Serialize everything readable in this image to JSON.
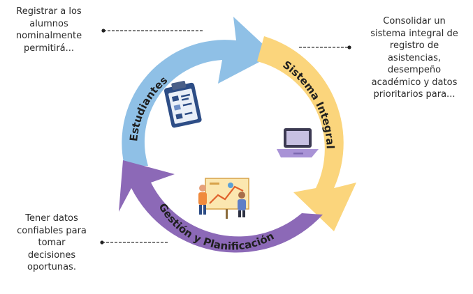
{
  "notes": {
    "top_left": "Registrar a los\nalumnos\nnominalmente\npermitirá...",
    "top_right": "Consolidar un\nsistema integral de\nregistro de\nasistencias,\ndesempeño\nacadémico y datos\nprioritarios para...",
    "bottom_left": "Tener datos\nconfiables para\ntomar\ndecisiones\noportunas."
  },
  "segments": {
    "estudiantes": "Estudiantes",
    "sistema": "Sistema Integral",
    "gestion": "Gestión y Planificación"
  },
  "colors": {
    "blue": "#8fc0e6",
    "yellow": "#fbd57c",
    "purple": "#8c69b7",
    "text": "#1f1f1f"
  }
}
